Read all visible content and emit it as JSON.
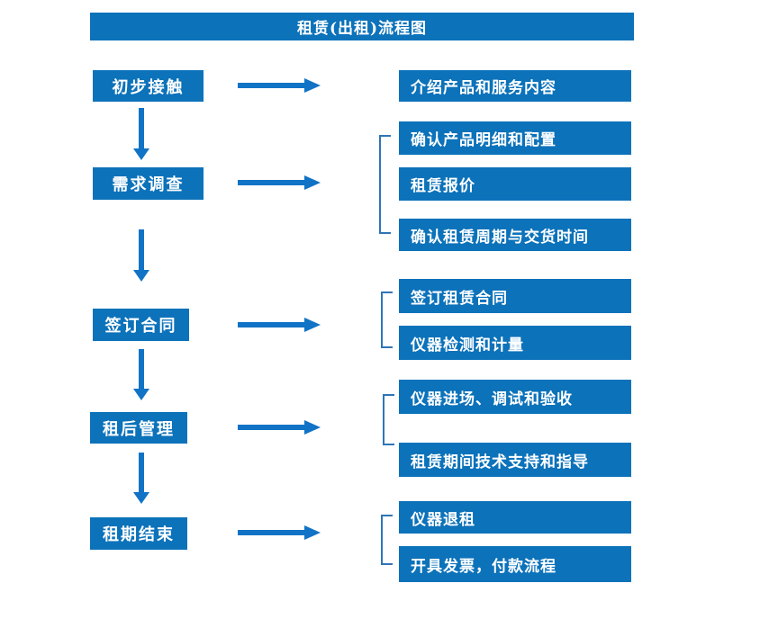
{
  "title": "租赁(出租)流程图",
  "colors": {
    "box_fill": "#0c72ba",
    "arrow": "#1173c5",
    "bracket": "#2e75b6",
    "text": "#ffffff"
  },
  "flow": {
    "steps": [
      {
        "label": "初步接触",
        "details": [
          "介绍产品和服务内容"
        ]
      },
      {
        "label": "需求调查",
        "details": [
          "确认产品明细和配置",
          "租赁报价",
          "确认租赁周期与交货时间"
        ]
      },
      {
        "label": "签订合同",
        "details": [
          "签订租赁合同",
          "仪器检测和计量"
        ]
      },
      {
        "label": "租后管理",
        "details": [
          "仪器进场、调试和验收",
          "租赁期间技术支持和指导"
        ]
      },
      {
        "label": "租期结束",
        "details": [
          "仪器退租",
          "开具发票，付款流程"
        ]
      }
    ]
  }
}
